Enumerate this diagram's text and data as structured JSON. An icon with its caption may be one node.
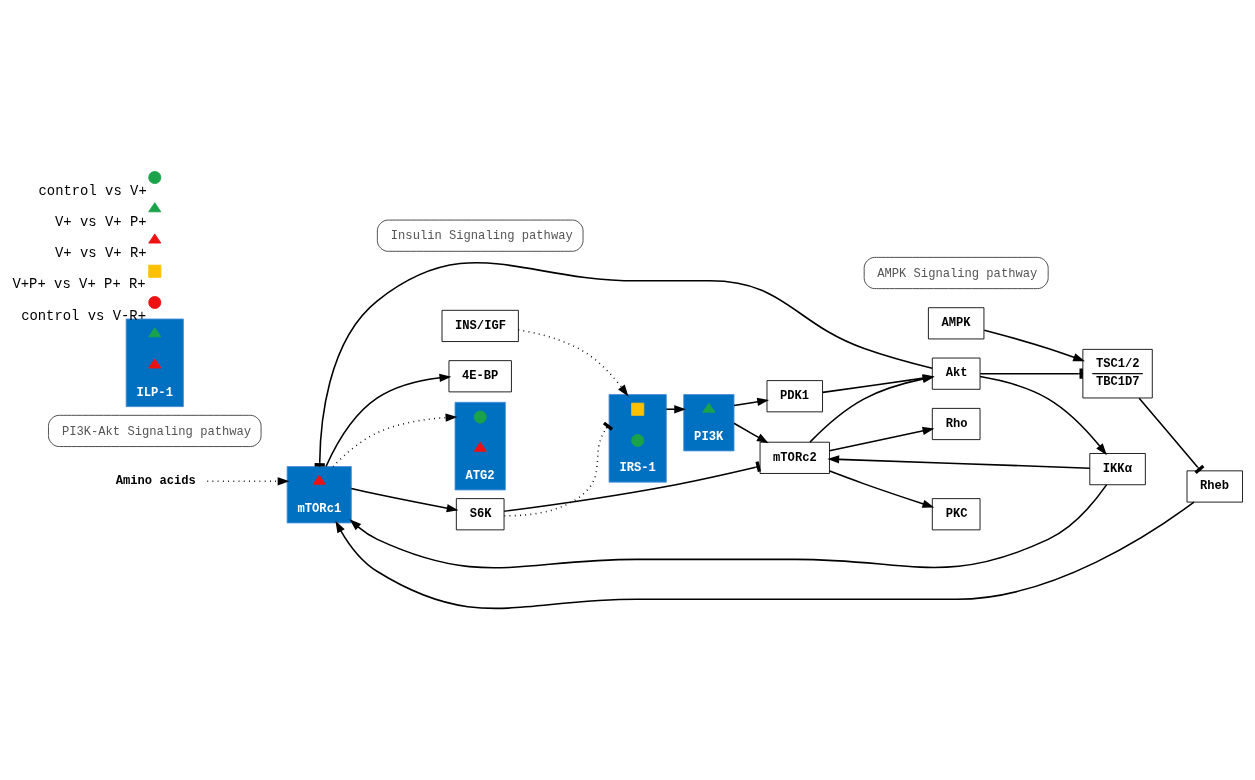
{
  "diagram": {
    "nodes": [
      {
        "text": [
          "Amino acids"
        ]
      },
      {
        "text": [
          "4E-BP"
        ]
      },
      {
        "text": [
          "AMPK"
        ]
      },
      {
        "text": [
          "TSC1/2",
          "TBC1D7"
        ]
      },
      {
        "text": [
          "Rheb"
        ]
      },
      {
        "text": [
          "mTORc1"
        ]
      },
      {
        "text": [],
        "shape": "triangle",
        "in": 5
      },
      {
        "text": [
          "ATG2"
        ]
      },
      {
        "text": [],
        "shape": "circle",
        "in": 7
      },
      {
        "text": [],
        "shape": "triangle",
        "in": 7
      },
      {
        "text": [
          "AMPK Signaling pathway"
        ]
      },
      {
        "text": [
          "S6K"
        ]
      },
      {
        "text": [
          "Akt"
        ]
      },
      {
        "text": [
          "IKKα"
        ]
      },
      {
        "text": [
          "PDK1"
        ]
      },
      {
        "text": [
          "mTORc2"
        ]
      },
      {
        "text": [
          "PKC"
        ]
      },
      {
        "text": [
          "Rho"
        ]
      },
      {
        "text": [
          "INS/IGF"
        ]
      },
      {
        "text": [
          "IRS-1"
        ]
      },
      {
        "text": [],
        "shape": "square",
        "in": 19
      },
      {
        "text": [],
        "shape": "circle",
        "in": 19
      },
      {
        "text": [
          "PI3K"
        ]
      },
      {
        "text": [],
        "shape": "triangle",
        "in": 22
      },
      {
        "text": [
          "PI3K-Akt Signaling pathway"
        ]
      },
      {
        "text": [
          "ILP-1"
        ]
      },
      {
        "text": [],
        "shape": "triangle",
        "in": 25
      },
      {
        "text": [],
        "shape": "triangle",
        "in": 25
      },
      {
        "text": [
          "Insulin Signaling pathway"
        ]
      }
    ],
    "edges": [
      {
        "from": 0,
        "to": 5,
        "arrow": "to",
        "style": "dashed"
      },
      {
        "from": 2,
        "to": 3,
        "arrow": "to"
      },
      {
        "from": 3,
        "to": 4,
        "arrow": "other"
      },
      {
        "from": 4,
        "to": 5,
        "arrow": "to"
      },
      {
        "from": 5,
        "to": 1,
        "arrow": "to"
      },
      {
        "from": 5,
        "to": 7,
        "arrow": "to",
        "style": "dashed"
      },
      {
        "from": 5,
        "to": 11,
        "arrow": "to"
      },
      {
        "from": 12,
        "to": 3,
        "arrow": "other"
      },
      {
        "from": 12,
        "to": 5,
        "arrow": "other"
      },
      {
        "from": 12,
        "to": 13,
        "arrow": "to"
      },
      {
        "from": 13,
        "to": 5,
        "arrow": "to"
      },
      {
        "from": 13,
        "to": 15,
        "arrow": "to"
      },
      {
        "from": 11,
        "to": 15,
        "arrow": "other"
      },
      {
        "from": 15,
        "to": 12,
        "arrow": "to"
      },
      {
        "from": 14,
        "to": 12,
        "arrow": "to"
      },
      {
        "from": 15,
        "to": 16,
        "arrow": "to"
      },
      {
        "from": 15,
        "to": 17,
        "arrow": "to"
      },
      {
        "from": 18,
        "to": 19,
        "arrow": "to",
        "style": "dashed"
      },
      {
        "from": 19,
        "to": 22,
        "arrow": "to"
      },
      {
        "from": 22,
        "to": 14,
        "arrow": "to"
      },
      {
        "from": 22,
        "to": 15,
        "arrow": "to"
      },
      {
        "from": 11,
        "to": 19,
        "arrow": "other",
        "style": "dashed"
      }
    ],
    "legend": [
      {
        "text": "control vs V+",
        "color": "#1aa34a"
      },
      {
        "text": "V+ vs V+ P+",
        "color": "#1aa34a"
      },
      {
        "text": "V+ vs V+ R+",
        "color": "#ee1111"
      },
      {
        "text": "V+P+ vs V+ P+ R+",
        "color": "#ffc000"
      },
      {
        "text": "control vs V-R+",
        "color": "#ee1111"
      }
    ]
  }
}
